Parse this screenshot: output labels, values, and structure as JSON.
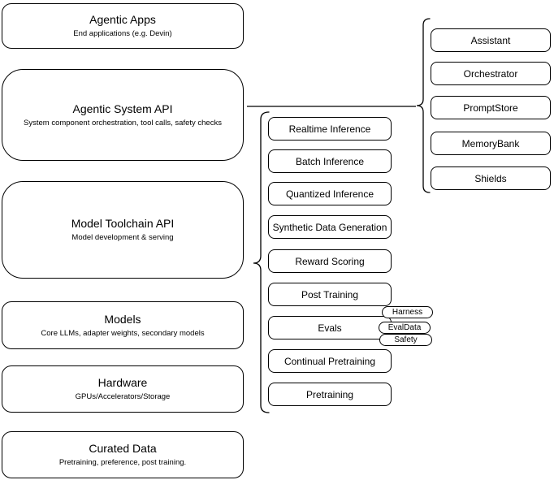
{
  "theme": {
    "background": "#ffffff",
    "stroke": "#000000",
    "text": "#000000"
  },
  "stack_layers": [
    {
      "title": "Agentic Apps",
      "subtitle": "End applications (e.g. Devin)"
    },
    {
      "title": "Agentic System API",
      "subtitle": "System component orchestration, tool calls, safety checks"
    },
    {
      "title": "Model Toolchain API",
      "subtitle": "Model development & serving"
    },
    {
      "title": "Models",
      "subtitle": "Core LLMs, adapter weights, secondary models"
    },
    {
      "title": "Hardware",
      "subtitle": "GPUs/Accelerators/Storage"
    },
    {
      "title": "Curated Data",
      "subtitle": "Pretraining, preference, post training."
    }
  ],
  "toolchain_items": [
    "Realtime Inference",
    "Batch Inference",
    "Quantized Inference",
    "Synthetic Data Generation",
    "Reward Scoring",
    "Post Training",
    "Evals",
    "Continual Pretraining",
    "Pretraining"
  ],
  "eval_tags": [
    "Harness",
    "EvalData",
    "Safety"
  ],
  "system_components": [
    "Assistant",
    "Orchestrator",
    "PromptStore",
    "MemoryBank",
    "Shields"
  ]
}
